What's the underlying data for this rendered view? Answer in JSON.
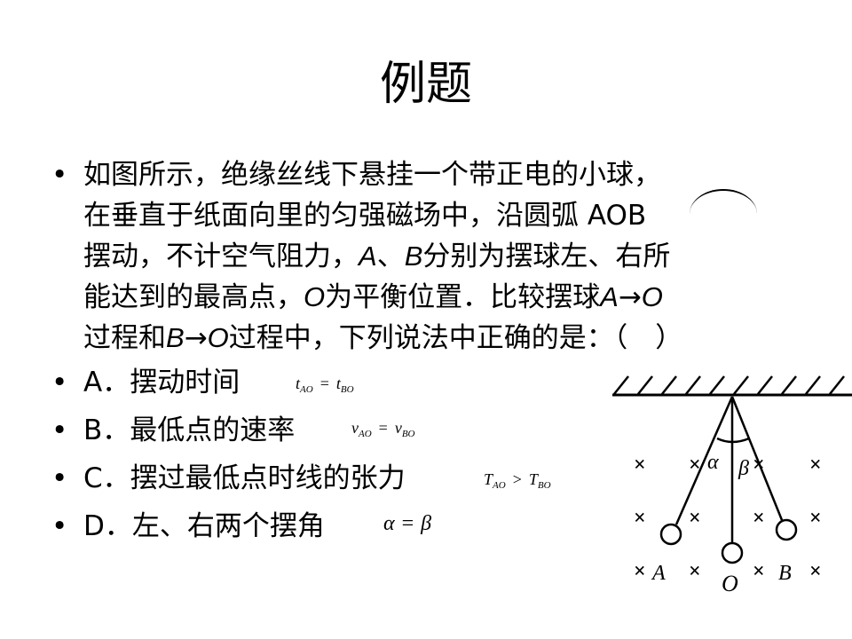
{
  "title": "例题",
  "bullet": "•",
  "question": {
    "line1": "如图所示，绝缘丝线下悬挂一个带正电的小球，",
    "line2": "在垂直于纸面向里的匀强磁场中，沿圆弧 AOB",
    "line3_a": "摆动，不计空气阻力，",
    "A": "A",
    "sep": "、",
    "B": "B",
    "line3_b": "分别为摆球左、右所",
    "line4_a": "能达到的最高点，",
    "O": "O",
    "line4_b": "为平衡位置．比较摆球",
    "A2": "A",
    "arrow": "→",
    "O2": "O",
    "line5_a": "过程和",
    "B2": "B",
    "arrow2": "→",
    "O3": "O",
    "line5_b": "过程中，下列说法中正确的是：（　）"
  },
  "options": [
    {
      "label": "A．摆动时间",
      "formula": {
        "lhs": "t",
        "lsub": "AO",
        "op": "=",
        "rhs": "t",
        "rsub": "BO"
      }
    },
    {
      "label": "B．最低点的速率",
      "formula": {
        "lhs": "v",
        "lsub": "AO",
        "op": "=",
        "rhs": "v",
        "rsub": "BO"
      }
    },
    {
      "label": "C．摆过最低点时线的张力",
      "formula": {
        "lhs": "T",
        "lsub": "AO",
        "op": ">",
        "rhs": "T",
        "rsub": "BO"
      }
    },
    {
      "label": "D．左、右两个摆角",
      "formula": {
        "lhs": "α",
        "lsub": "",
        "op": "=",
        "rhs": "β",
        "rsub": ""
      }
    }
  ],
  "diagram": {
    "alpha": "α",
    "beta": "β",
    "pointA": "A",
    "pointO": "O",
    "pointB": "B",
    "cross": "×"
  }
}
